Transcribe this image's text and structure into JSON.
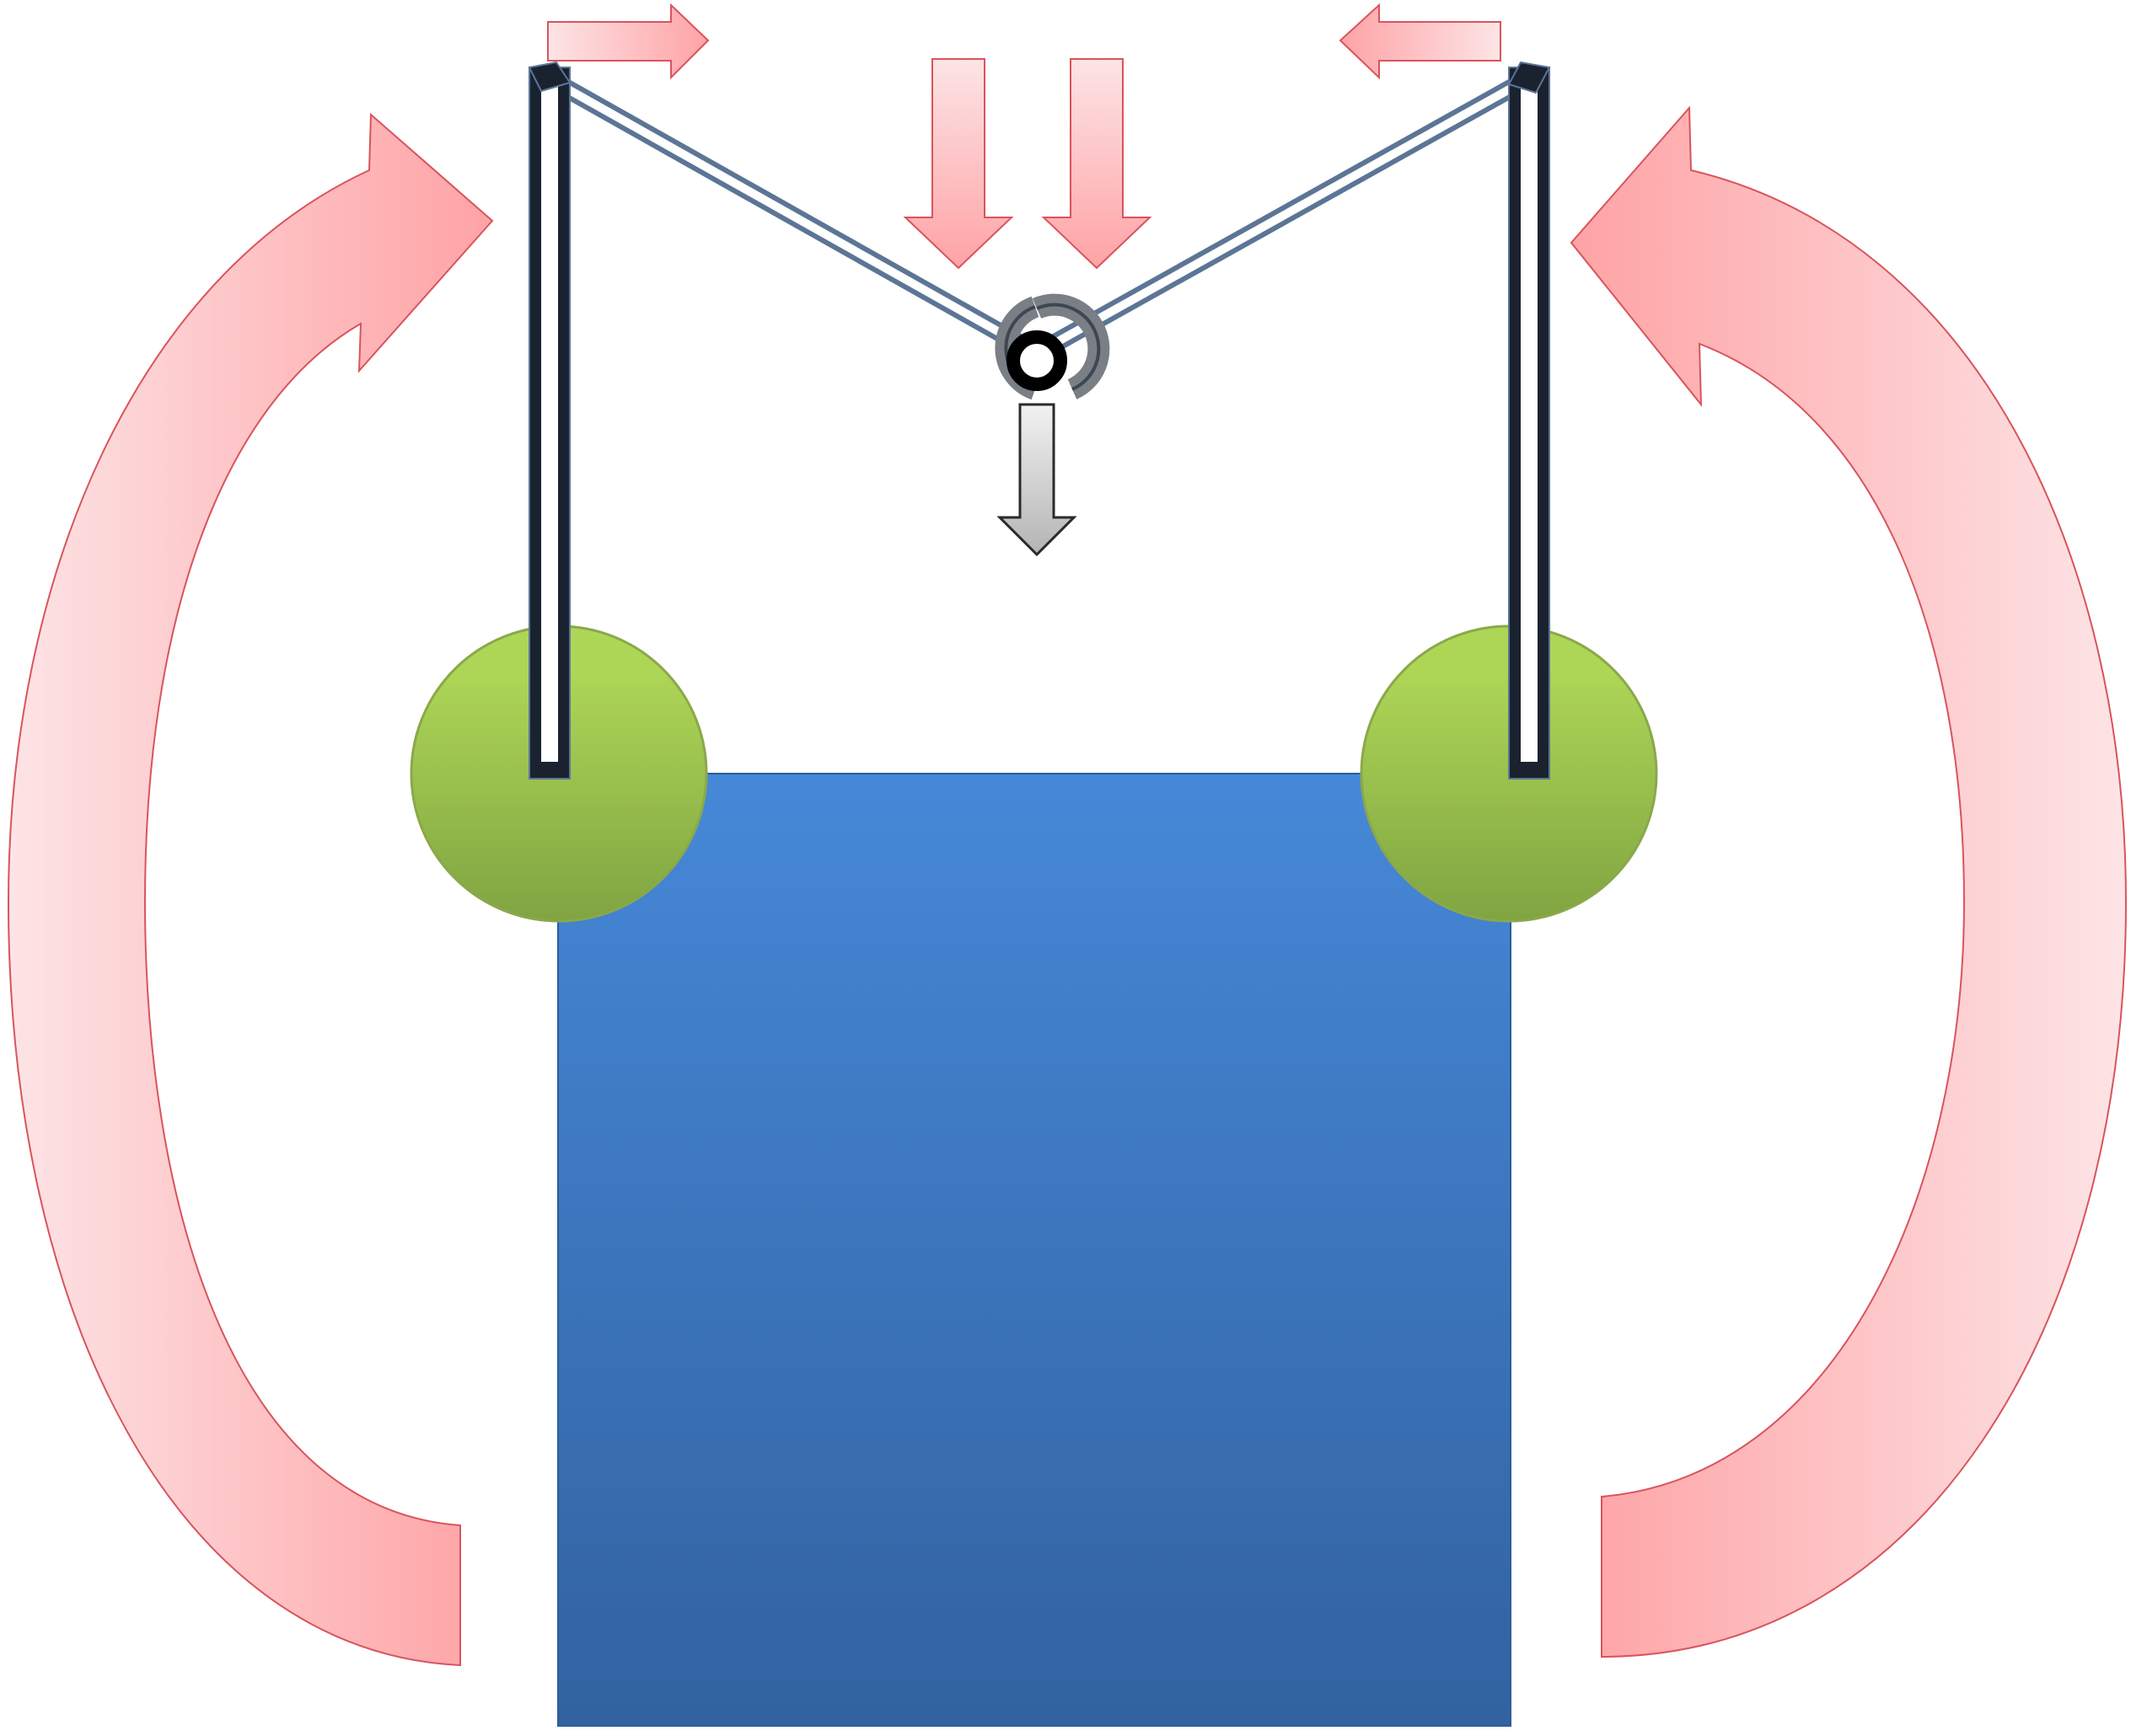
{
  "diagram": {
    "labels": [],
    "colors": {
      "background": "#ffffff",
      "block_top": "#4688d8",
      "block_bottom": "#3262a0",
      "pivot_light": "#aed656",
      "pivot_dark": "#80a442",
      "pivot_stroke": "#8aa84a",
      "arrow_light": "#fde4e6",
      "arrow_dark": "#fea3a5",
      "arrow_stroke": "#d9545c",
      "rod_dark": "#1a2230",
      "rod_outline": "#5c7596",
      "gravity_light": "#f2f2f2",
      "gravity_dark": "#b4b4b4"
    },
    "elements": {
      "block": "blue-block",
      "pivots": [
        "left-pivot",
        "right-pivot"
      ],
      "frame": [
        "left-vertical-rod",
        "right-vertical-rod",
        "left-diagonal-strut",
        "right-diagonal-strut"
      ],
      "hinge": "center-hinge-icon",
      "arrows": [
        "left-curved-arrow-icon",
        "right-curved-arrow-icon",
        "top-left-arrow-right-icon",
        "top-right-arrow-left-icon",
        "down-arrow-icon",
        "down-arrow-icon",
        "gravity-arrow-icon"
      ]
    }
  }
}
